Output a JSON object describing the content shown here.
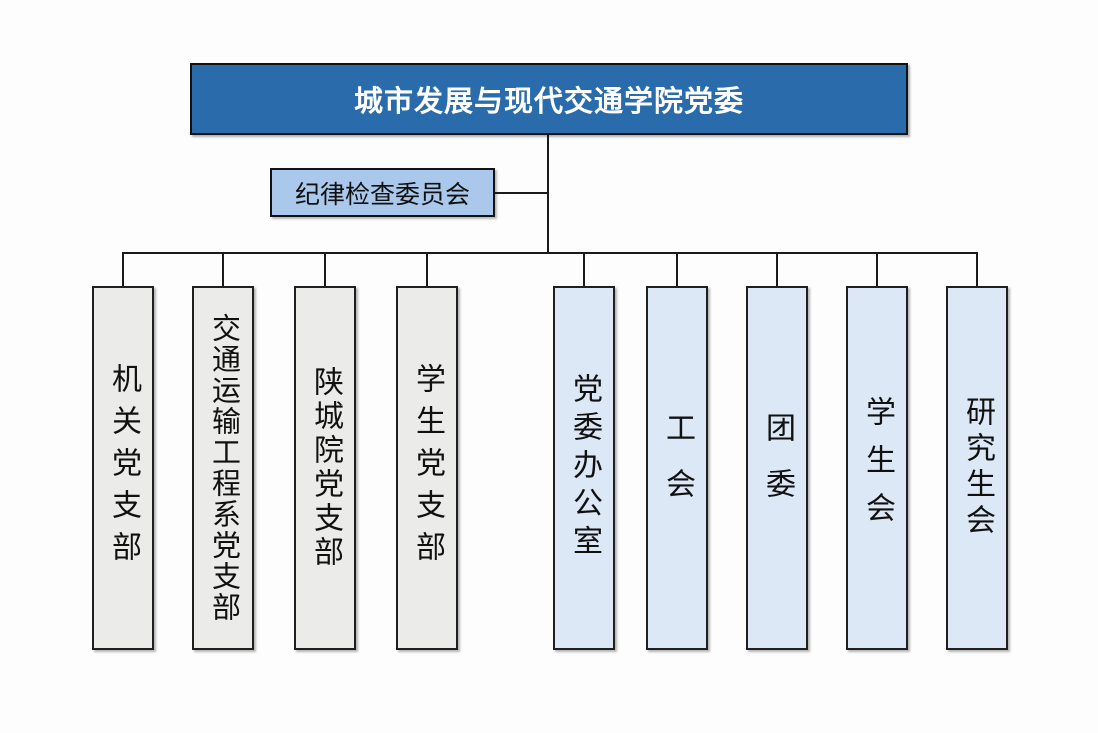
{
  "org_chart": {
    "root": {
      "label": "城市发展与现代交通学院党委",
      "fill": "#2a6cab",
      "text_color": "#ffffff"
    },
    "committee": {
      "label": "纪律检查委员会",
      "fill": "#a9c8ec",
      "text_color": "#111111"
    },
    "branches": [
      {
        "label": "机关党支部",
        "group": "party"
      },
      {
        "label": "交通运输工程系党支部",
        "group": "party"
      },
      {
        "label": "陕城院党支部",
        "group": "party"
      },
      {
        "label": "学生党支部",
        "group": "party"
      },
      {
        "label": "党委办公室",
        "group": "mass"
      },
      {
        "label": "工会",
        "group": "mass"
      },
      {
        "label": "团委",
        "group": "mass"
      },
      {
        "label": "学生会",
        "group": "mass"
      },
      {
        "label": "研究生会",
        "group": "mass"
      }
    ],
    "colors": {
      "party_branch_fill": "#ebebe9",
      "mass_org_fill": "#dce8f5",
      "connector_line": "#1a1a1a",
      "box_border": "#1f1f1f"
    }
  }
}
